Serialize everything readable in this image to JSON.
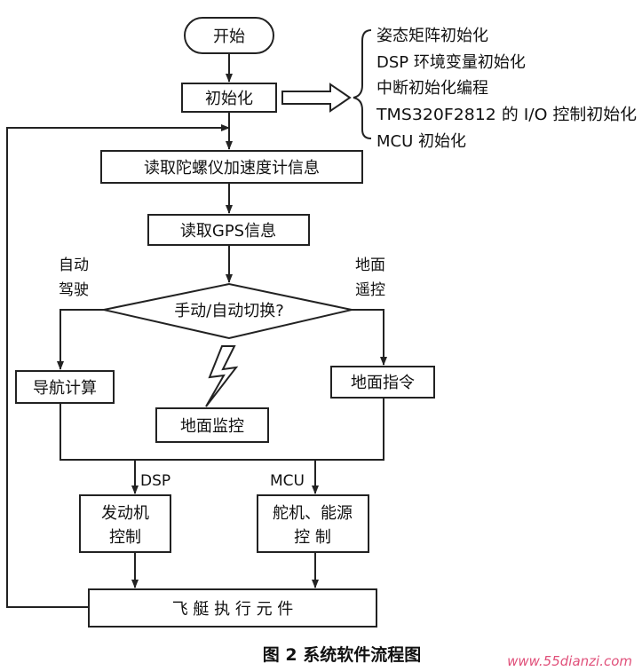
{
  "nodes": {
    "start": "开始",
    "init": "初始化",
    "read_sensors": "读取陀螺仪加速度计信息",
    "read_gps": "读取GPS信息",
    "decision": "手动/自动切换?",
    "nav": "导航计算",
    "ground_monitor": "地面监控",
    "ground_cmd": "地面指令",
    "engine_line1": "发动机",
    "engine_line2": "控制",
    "servo_line1": "舵机、能源",
    "servo_line2": "控 制",
    "actuator": "飞 艇 执 行 元 件"
  },
  "init_items": [
    "姿态矩阵初始化",
    "DSP 环境变量初始化",
    "中断初始化编程",
    "TMS320F2812 的 I/O 控制初始化",
    "MCU 初始化"
  ],
  "edge_labels": {
    "auto_line1": "自动",
    "auto_line2": "驾驶",
    "ground_line1": "地面",
    "ground_line2": "遥控",
    "dsp": "DSP",
    "mcu": "MCU"
  },
  "caption": "图 2  系统软件流程图",
  "watermark": "www.55dianzi.com"
}
